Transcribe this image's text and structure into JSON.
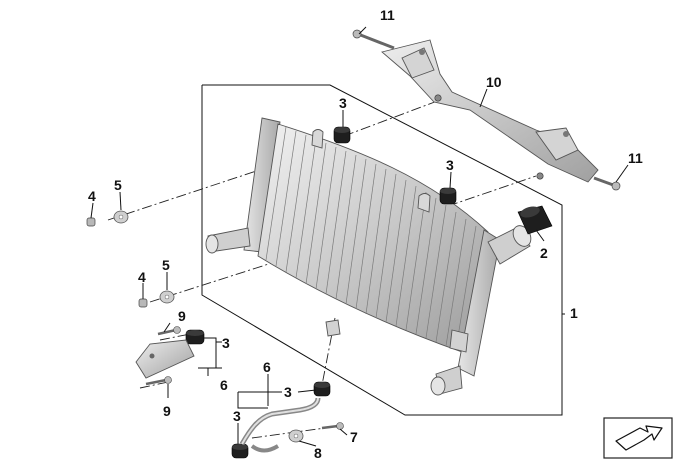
{
  "callouts": {
    "c1": "1",
    "c2": "2",
    "c3a": "3",
    "c3b": "3",
    "c3c": "3",
    "c3d": "3",
    "c3e": "3",
    "c4a": "4",
    "c4b": "4",
    "c5a": "5",
    "c5b": "5",
    "c6a": "6",
    "c6b": "6",
    "c7": "7",
    "c8": "8",
    "c9a": "9",
    "c9b": "9",
    "c10": "10",
    "c11a": "11",
    "c11b": "11"
  },
  "icons": {
    "corner": "arrow-symbol-icon"
  }
}
